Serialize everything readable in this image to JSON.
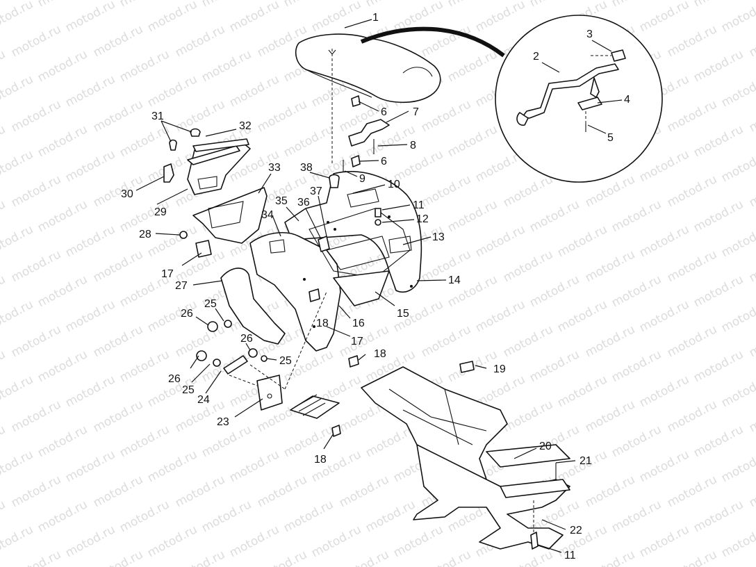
{
  "watermark": {
    "text": "motod.ru"
  },
  "callouts": [
    {
      "id": "c1",
      "number": "1"
    },
    {
      "id": "c2",
      "number": "2"
    },
    {
      "id": "c3",
      "number": "3"
    },
    {
      "id": "c4",
      "number": "4"
    },
    {
      "id": "c5",
      "number": "5"
    },
    {
      "id": "c6a",
      "number": "6"
    },
    {
      "id": "c6b",
      "number": "6"
    },
    {
      "id": "c7",
      "number": "7"
    },
    {
      "id": "c8",
      "number": "8"
    },
    {
      "id": "c9",
      "number": "9"
    },
    {
      "id": "c10",
      "number": "10"
    },
    {
      "id": "c11a",
      "number": "11"
    },
    {
      "id": "c11b",
      "number": "11"
    },
    {
      "id": "c12",
      "number": "12"
    },
    {
      "id": "c13",
      "number": "13"
    },
    {
      "id": "c14",
      "number": "14"
    },
    {
      "id": "c15",
      "number": "15"
    },
    {
      "id": "c16",
      "number": "16"
    },
    {
      "id": "c17a",
      "number": "17"
    },
    {
      "id": "c17b",
      "number": "17"
    },
    {
      "id": "c18a",
      "number": "18"
    },
    {
      "id": "c18b",
      "number": "18"
    },
    {
      "id": "c18c",
      "number": "18"
    },
    {
      "id": "c19",
      "number": "19"
    },
    {
      "id": "c20",
      "number": "20"
    },
    {
      "id": "c21",
      "number": "21"
    },
    {
      "id": "c22",
      "number": "22"
    },
    {
      "id": "c23",
      "number": "23"
    },
    {
      "id": "c24",
      "number": "24"
    },
    {
      "id": "c25a",
      "number": "25"
    },
    {
      "id": "c25b",
      "number": "25"
    },
    {
      "id": "c25c",
      "number": "25"
    },
    {
      "id": "c26a",
      "number": "26"
    },
    {
      "id": "c26b",
      "number": "26"
    },
    {
      "id": "c26c",
      "number": "26"
    },
    {
      "id": "c27",
      "number": "27"
    },
    {
      "id": "c28",
      "number": "28"
    },
    {
      "id": "c29",
      "number": "29"
    },
    {
      "id": "c30",
      "number": "30"
    },
    {
      "id": "c31",
      "number": "31"
    },
    {
      "id": "c32",
      "number": "32"
    },
    {
      "id": "c33",
      "number": "33"
    },
    {
      "id": "c34",
      "number": "34"
    },
    {
      "id": "c35",
      "number": "35"
    },
    {
      "id": "c36",
      "number": "36"
    },
    {
      "id": "c37",
      "number": "37"
    },
    {
      "id": "c38",
      "number": "38"
    }
  ]
}
